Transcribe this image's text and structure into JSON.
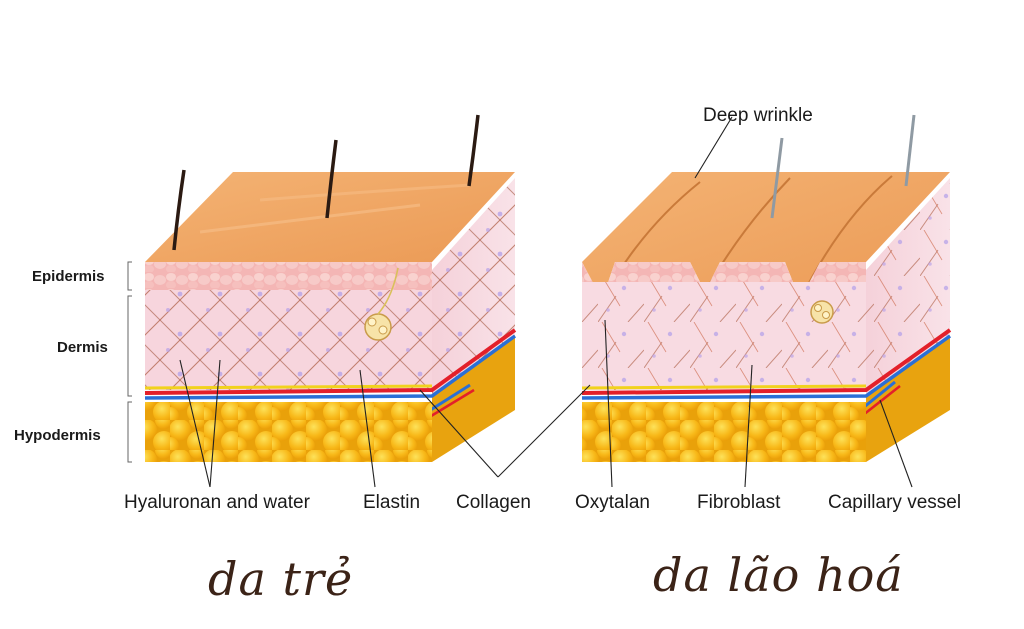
{
  "layers": {
    "epidermis": "Epidermis",
    "dermis": "Dermis",
    "hypodermis": "Hypodermis"
  },
  "labels": {
    "deep_wrinkle": "Deep wrinkle",
    "hyaluronan": "Hyaluronan and water",
    "elastin": "Elastin",
    "collagen": "Collagen",
    "oxytalan": "Oxytalan",
    "fibroblast": "Fibroblast",
    "capillary": "Capillary vessel"
  },
  "captions": {
    "young": "da trẻ",
    "aged": "da lão hoá"
  },
  "colors": {
    "skin_top": "#f1a866",
    "skin_side": "#e89753",
    "dermis": "#f6d3dc",
    "fat": "#f7b316",
    "fat_light": "#fcd23b",
    "collagen": "#b0624a",
    "artery": "#e3202a",
    "vein": "#2a6fd6",
    "caption": "#3b2317"
  }
}
